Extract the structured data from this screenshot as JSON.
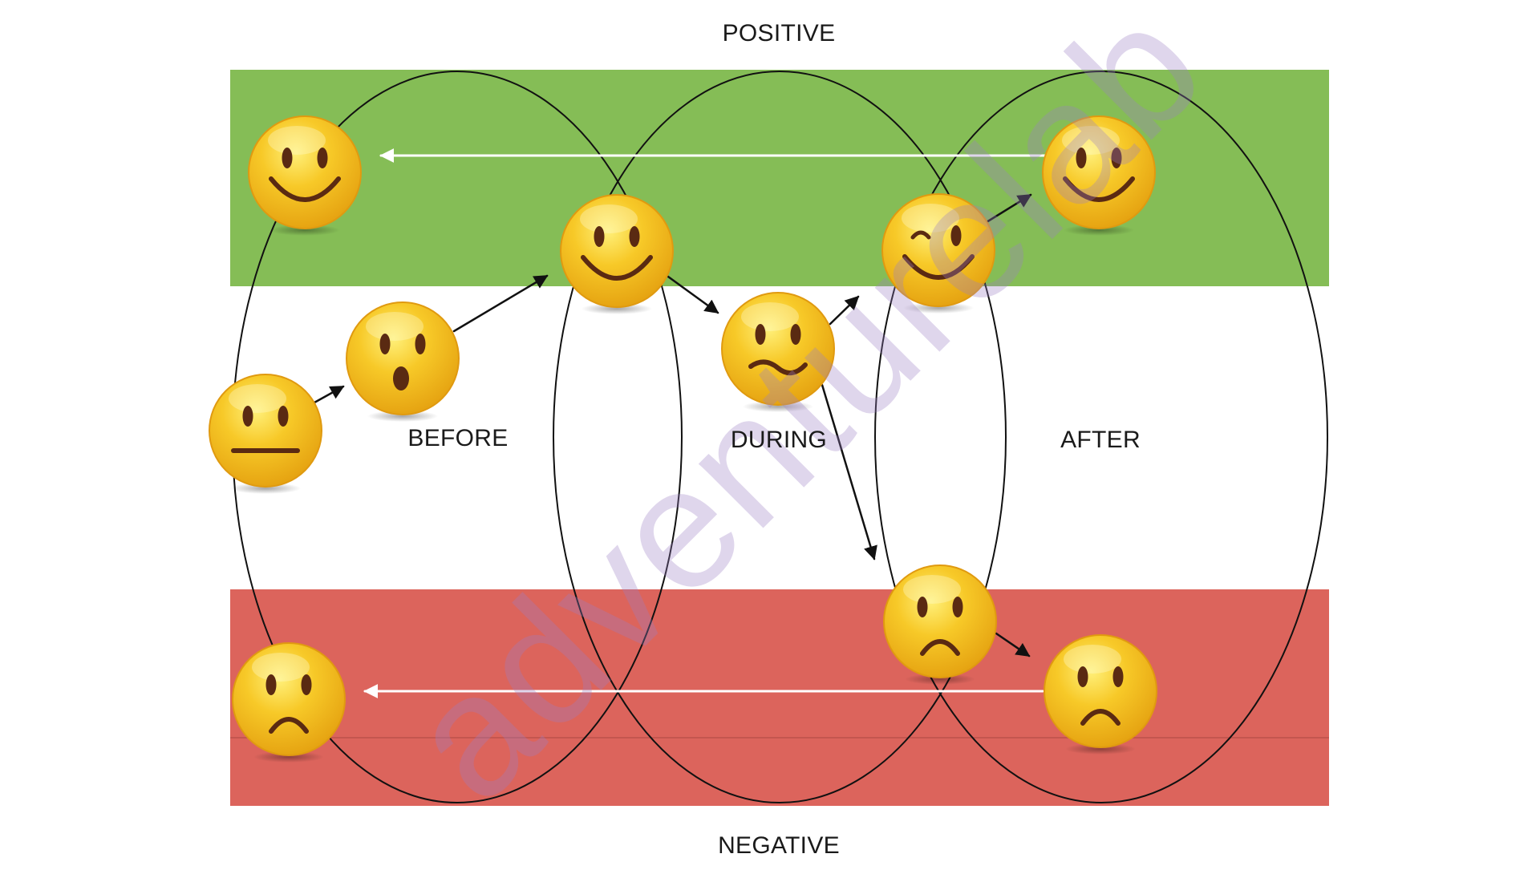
{
  "labels": {
    "top": "POSITIVE",
    "bottom": "NEGATIVE",
    "phase_before": "BEFORE",
    "phase_during": "DURING",
    "phase_after": "AFTER"
  },
  "watermark": "adventurelab",
  "colors": {
    "positive_band": "#85bd56",
    "negative_band": "#dc645c",
    "face_fill": "#f7c928",
    "face_feature": "#5a2a12",
    "arrow_black": "#111111",
    "arrow_white": "#ffffff",
    "watermark": "#9b7fc4"
  },
  "emotions": [
    {
      "id": "before-neutral",
      "expression": "neutral"
    },
    {
      "id": "before-surprised",
      "expression": "surprised"
    },
    {
      "id": "before-positive-memory",
      "expression": "happy"
    },
    {
      "id": "before-negative-memory",
      "expression": "sad"
    },
    {
      "id": "during-happy",
      "expression": "happy"
    },
    {
      "id": "during-uneasy",
      "expression": "uneasy"
    },
    {
      "id": "during-wink",
      "expression": "wink"
    },
    {
      "id": "during-sad",
      "expression": "sad"
    },
    {
      "id": "after-happy",
      "expression": "happy"
    },
    {
      "id": "after-sad",
      "expression": "sad"
    }
  ]
}
